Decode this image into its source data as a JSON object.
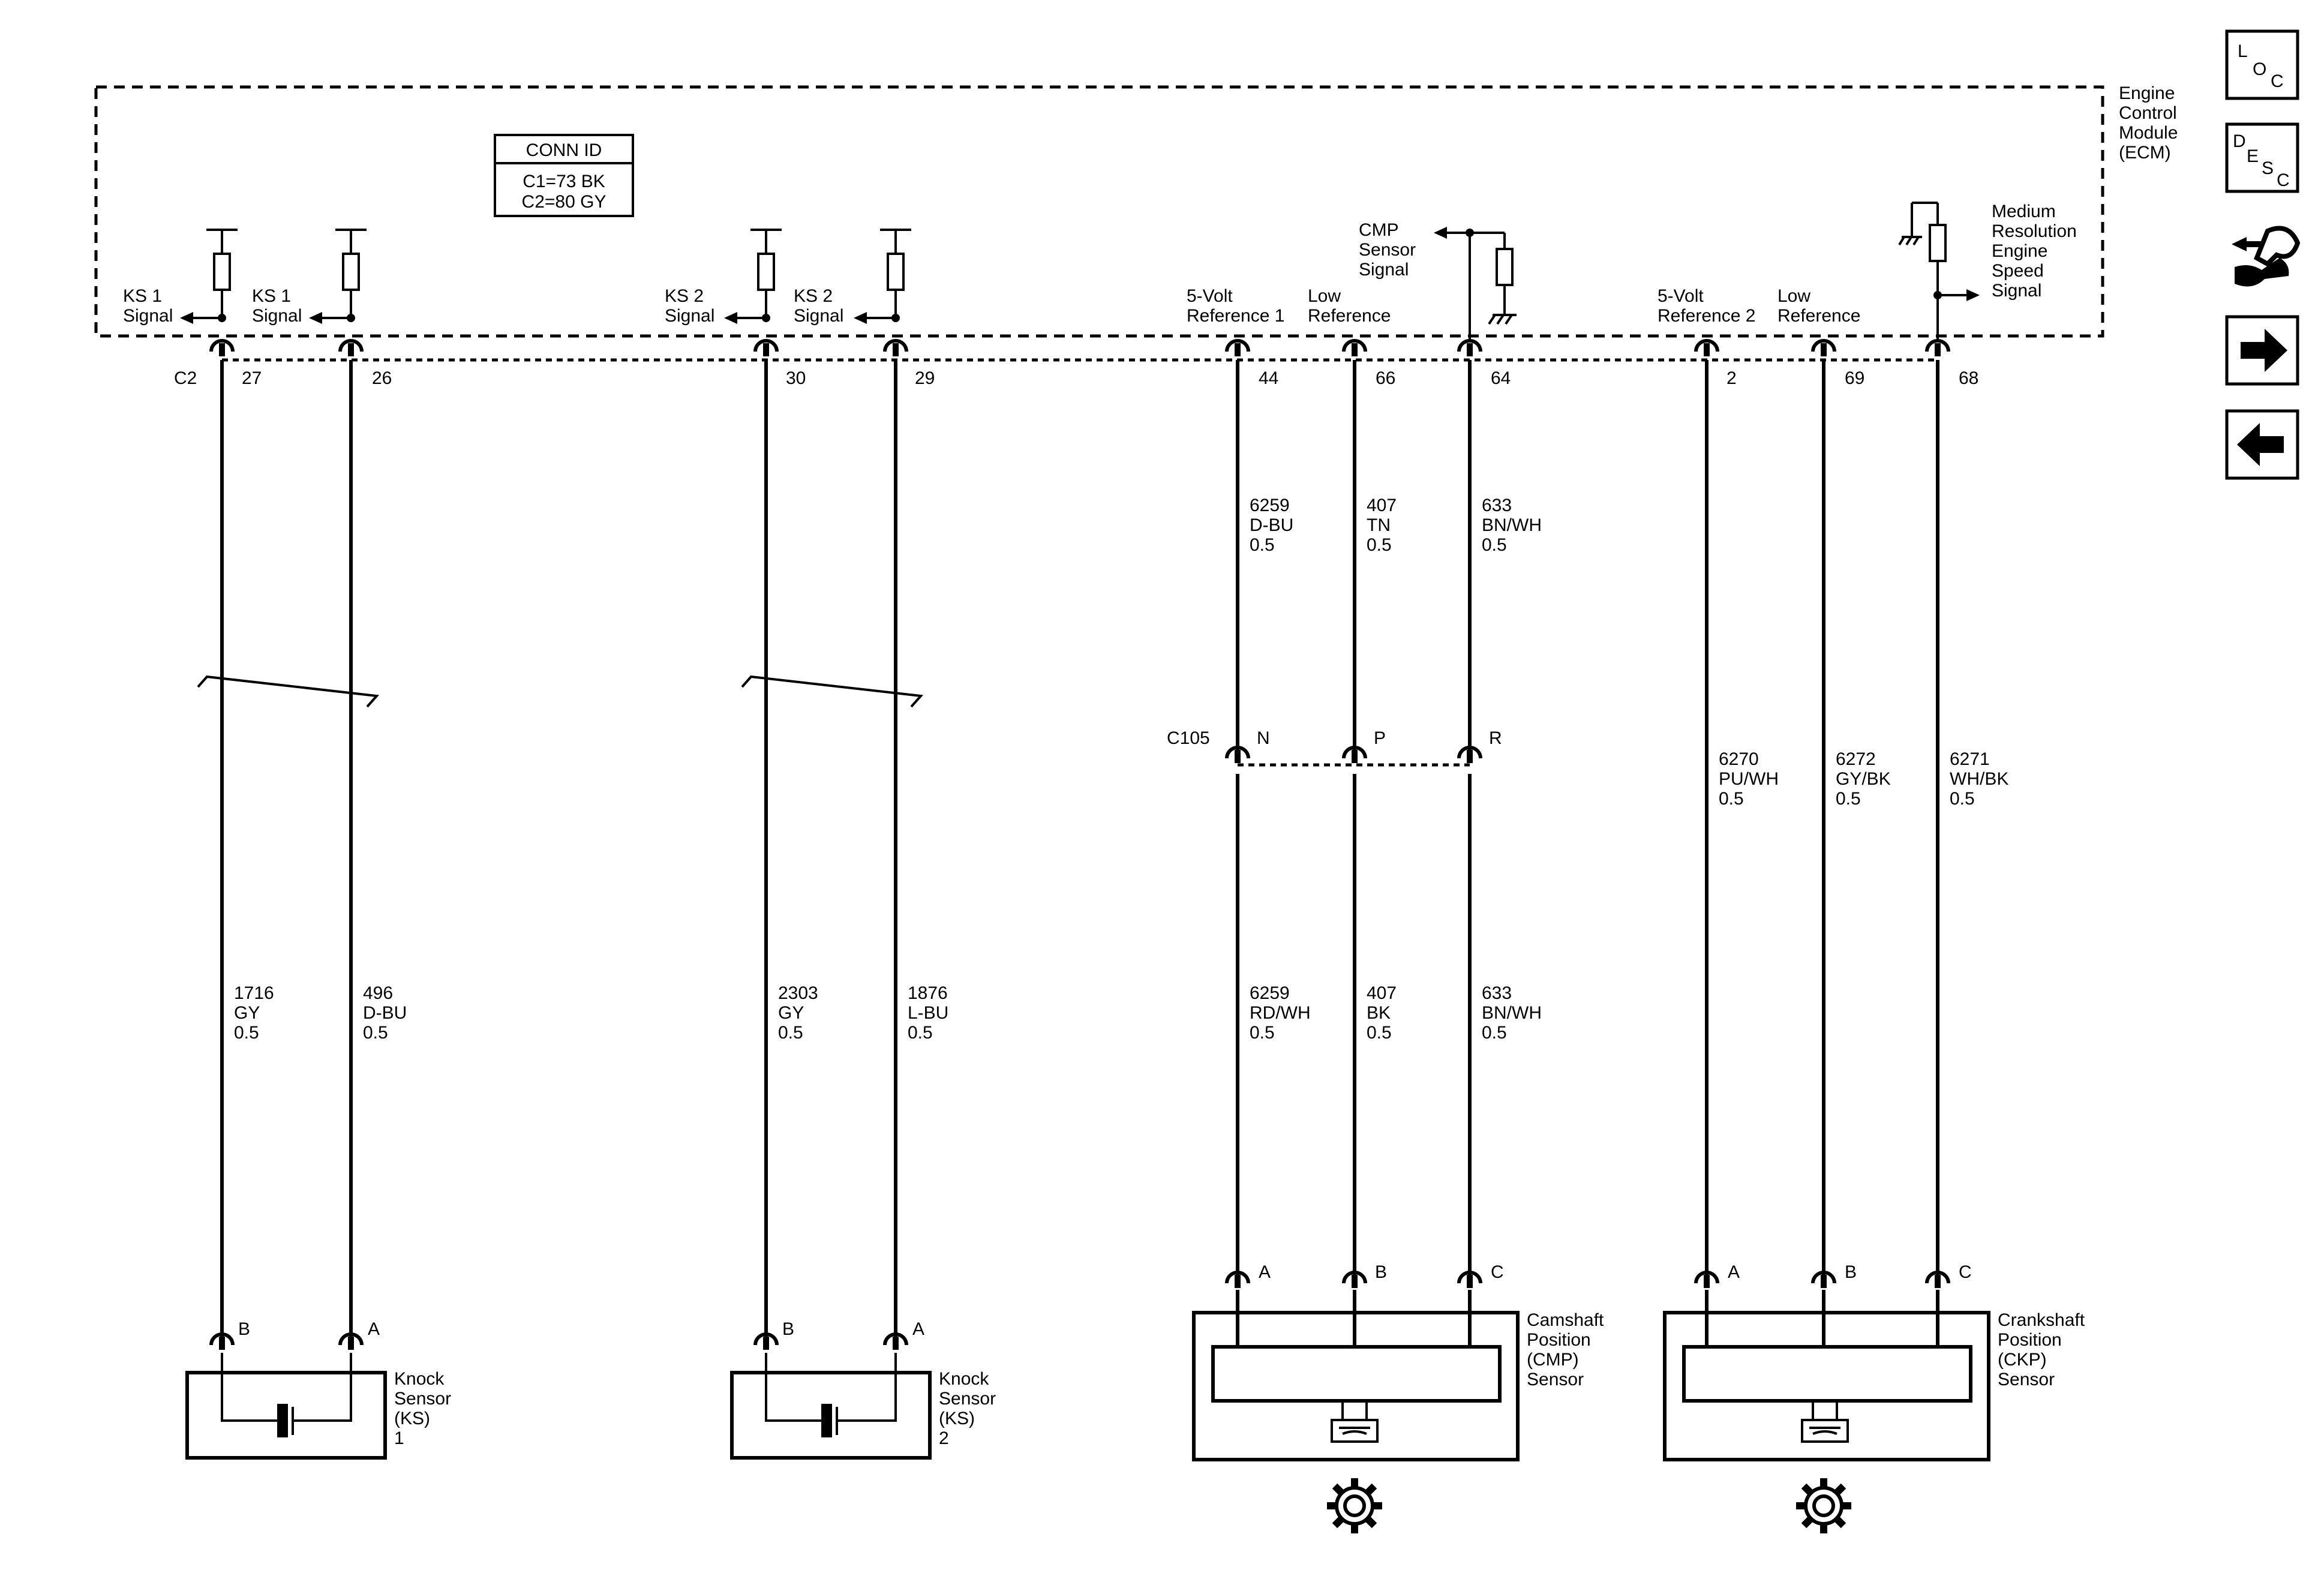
{
  "module": {
    "lines": [
      "Engine",
      "Control",
      "Module",
      "(ECM)"
    ]
  },
  "conn_id": {
    "title": "CONN ID",
    "lines": [
      "C1=73 BK",
      "C2=80 GY"
    ]
  },
  "ecm_signals": {
    "ks1a": [
      "KS 1",
      "Signal"
    ],
    "ks1b": [
      "KS 1",
      "Signal"
    ],
    "ks2a": [
      "KS 2",
      "Signal"
    ],
    "ks2b": [
      "KS 2",
      "Signal"
    ],
    "ref1": [
      "5-Volt",
      "Reference 1"
    ],
    "low1": [
      "Low",
      "Reference"
    ],
    "cmp": [
      "CMP",
      "Sensor",
      "Signal"
    ],
    "ref2": [
      "5-Volt",
      "Reference 2"
    ],
    "low2": [
      "Low",
      "Reference"
    ],
    "mres": [
      "Medium",
      "Resolution",
      "Engine",
      "Speed",
      "Signal"
    ]
  },
  "connector": "C2",
  "pins": {
    "p27": "27",
    "p26": "26",
    "p30": "30",
    "p29": "29",
    "p44": "44",
    "p66": "66",
    "p64": "64",
    "p2": "2",
    "p69": "69",
    "p68": "68"
  },
  "wires_upper": {
    "w6259": [
      "6259",
      "D-BU",
      "0.5"
    ],
    "w407": [
      "407",
      "TN",
      "0.5"
    ],
    "w633": [
      "633",
      "BN/WH",
      "0.5"
    ]
  },
  "inline_connector": {
    "id": "C105",
    "pins": [
      "N",
      "P",
      "R"
    ]
  },
  "wires_lower": {
    "w1716": [
      "1716",
      "GY",
      "0.5"
    ],
    "w496": [
      "496",
      "D-BU",
      "0.5"
    ],
    "w2303": [
      "2303",
      "GY",
      "0.5"
    ],
    "w1876": [
      "1876",
      "L-BU",
      "0.5"
    ],
    "w6259b": [
      "6259",
      "RD/WH",
      "0.5"
    ],
    "w407b": [
      "407",
      "BK",
      "0.5"
    ],
    "w633b": [
      "633",
      "BN/WH",
      "0.5"
    ],
    "w6270": [
      "6270",
      "PU/WH",
      "0.5"
    ],
    "w6272": [
      "6272",
      "GY/BK",
      "0.5"
    ],
    "w6271": [
      "6271",
      "WH/BK",
      "0.5"
    ]
  },
  "components": {
    "ks1": {
      "pins": [
        "B",
        "A"
      ],
      "lines": [
        "Knock",
        "Sensor",
        "(KS)",
        "1"
      ]
    },
    "ks2": {
      "pins": [
        "B",
        "A"
      ],
      "lines": [
        "Knock",
        "Sensor",
        "(KS)",
        "2"
      ]
    },
    "cmp": {
      "pins": [
        "A",
        "B",
        "C"
      ],
      "lines": [
        "Camshaft",
        "Position",
        "(CMP)",
        "Sensor"
      ]
    },
    "ckp": {
      "pins": [
        "A",
        "B",
        "C"
      ],
      "lines": [
        "Crankshaft",
        "Position",
        "(CKP)",
        "Sensor"
      ]
    }
  },
  "nav": {
    "loc": [
      "L",
      "O",
      "C"
    ],
    "desc": [
      "D",
      "E",
      "S",
      "C"
    ],
    "icons": [
      "connector-tool-icon",
      "next-arrow-icon",
      "previous-arrow-icon"
    ]
  }
}
